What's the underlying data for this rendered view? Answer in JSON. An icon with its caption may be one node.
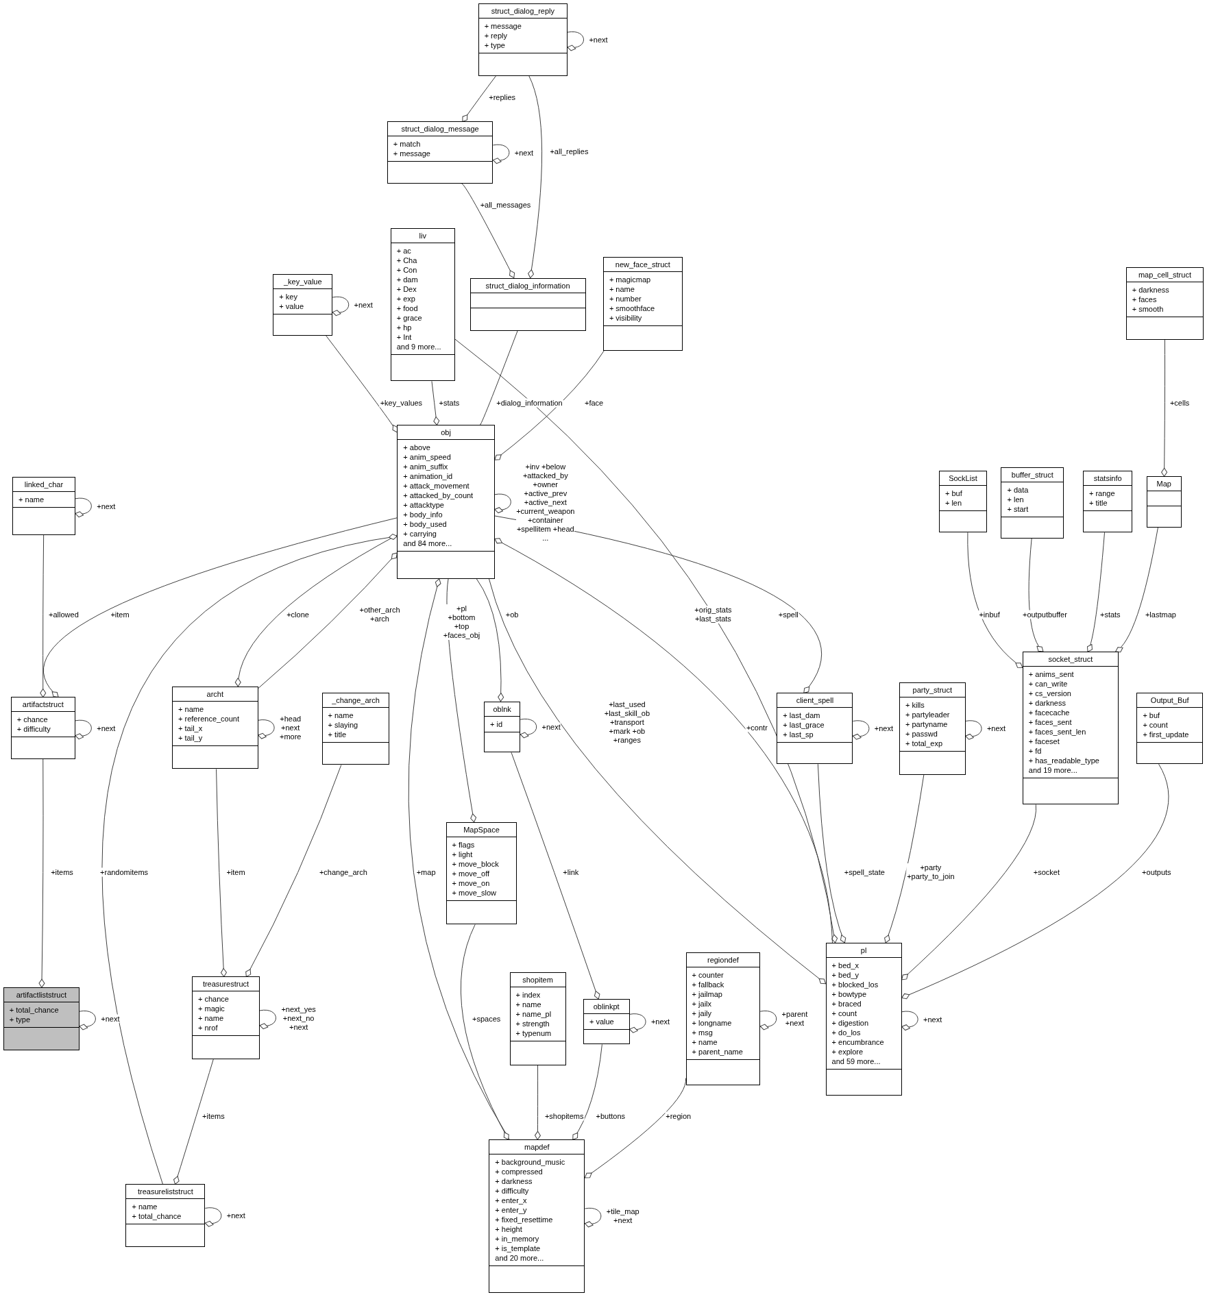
{
  "diagram": {
    "nodes": [
      {
        "text": [
          "struct_dialog_reply",
          "+ message",
          "+ reply",
          "+ type"
        ]
      },
      {
        "text": [
          "struct_dialog_message",
          "+ match",
          "+ message"
        ]
      },
      {
        "text": [
          "liv",
          "+ ac",
          "+ Cha",
          "+ Con",
          "+ dam",
          "+ Dex",
          "+ exp",
          "+ food",
          "+ grace",
          "+ hp",
          "+ Int",
          "and 9 more..."
        ]
      },
      {
        "text": [
          "struct_dialog_information"
        ]
      },
      {
        "text": [
          "new_face_struct",
          "+ magicmap",
          "+ name",
          "+ number",
          "+ smoothface",
          "+ visibility"
        ]
      },
      {
        "text": [
          "_key_value",
          "+ key",
          "+ value"
        ]
      },
      {
        "text": [
          "map_cell_struct",
          "+ darkness",
          "+ faces",
          "+ smooth"
        ]
      },
      {
        "text": [
          "obj",
          "+ above",
          "+ anim_speed",
          "+ anim_suffix",
          "+ animation_id",
          "+ attack_movement",
          "+ attacked_by_count",
          "+ attacktype",
          "+ body_info",
          "+ body_used",
          "+ carrying",
          "and 84 more..."
        ]
      },
      {
        "text": [
          "linked_char",
          "+ name"
        ]
      },
      {
        "text": [
          "SockList",
          "+ buf",
          "+ len"
        ]
      },
      {
        "text": [
          "buffer_struct",
          "+ data",
          "+ len",
          "+ start"
        ]
      },
      {
        "text": [
          "statsinfo",
          "+ range",
          "+ title"
        ]
      },
      {
        "text": [
          "Map"
        ]
      },
      {
        "text": [
          "artifactstruct",
          "+ chance",
          "+ difficulty"
        ]
      },
      {
        "text": [
          "archt",
          "+ name",
          "+ reference_count",
          "+ tail_x",
          "+ tail_y"
        ]
      },
      {
        "text": [
          "_change_arch",
          "+ name",
          "+ slaying",
          "+ title"
        ]
      },
      {
        "text": [
          "oblnk",
          "+ id"
        ]
      },
      {
        "text": [
          "client_spell",
          "+ last_dam",
          "+ last_grace",
          "+ last_sp"
        ]
      },
      {
        "text": [
          "party_struct",
          "+ kills",
          "+ partyleader",
          "+ partyname",
          "+ passwd",
          "+ total_exp"
        ]
      },
      {
        "text": [
          "socket_struct",
          "+ anims_sent",
          "+ can_write",
          "+ cs_version",
          "+ darkness",
          "+ facecache",
          "+ faces_sent",
          "+ faces_sent_len",
          "+ faceset",
          "+ fd",
          "+ has_readable_type",
          "and 19 more..."
        ]
      },
      {
        "text": [
          "Output_Buf",
          "+ buf",
          "+ count",
          "+ first_update"
        ]
      },
      {
        "text": [
          "MapSpace",
          "+ flags",
          "+ light",
          "+ move_block",
          "+ move_off",
          "+ move_on",
          "+ move_slow"
        ]
      },
      {
        "text": [
          "artifactliststruct",
          "+ total_chance",
          "+ type"
        ]
      },
      {
        "text": [
          "treasurestruct",
          "+ chance",
          "+ magic",
          "+ name",
          "+ nrof"
        ]
      },
      {
        "text": [
          "shopitem",
          "+ index",
          "+ name",
          "+ name_pl",
          "+ strength",
          "+ typenum"
        ]
      },
      {
        "text": [
          "oblinkpt",
          "+ value"
        ]
      },
      {
        "text": [
          "regiondef",
          "+ counter",
          "+ fallback",
          "+ jailmap",
          "+ jailx",
          "+ jaily",
          "+ longname",
          "+ msg",
          "+ name",
          "+ parent_name"
        ]
      },
      {
        "text": [
          "pl",
          "+ bed_x",
          "+ bed_y",
          "+ blocked_los",
          "+ bowtype",
          "+ braced",
          "+ count",
          "+ digestion",
          "+ do_los",
          "+ encumbrance",
          "+ explore",
          "and 59 more..."
        ]
      },
      {
        "text": [
          "treasureliststruct",
          "+ name",
          "+ total_chance"
        ]
      },
      {
        "text": [
          "mapdef",
          "+ background_music",
          "+ compressed",
          "+ darkness",
          "+ difficulty",
          "+ enter_x",
          "+ enter_y",
          "+ fixed_resettime",
          "+ height",
          "+ in_memory",
          "+ is_template",
          "and 20 more..."
        ]
      }
    ],
    "edges": [
      {
        "from": 0,
        "to": 0,
        "arrow": "other",
        "label": "+next"
      },
      {
        "from": 0,
        "to": 1,
        "arrow": "other",
        "label": "+replies"
      },
      {
        "from": 0,
        "to": 3,
        "arrow": "other",
        "label": "+all_replies"
      },
      {
        "from": 1,
        "to": 1,
        "arrow": "other",
        "label": "+next"
      },
      {
        "from": 1,
        "to": 3,
        "arrow": "other",
        "label": "+all_messages"
      },
      {
        "from": 5,
        "to": 5,
        "arrow": "other",
        "label": "+next"
      },
      {
        "from": 5,
        "to": 7,
        "arrow": "other",
        "label": "+key_values"
      },
      {
        "from": 2,
        "to": 7,
        "arrow": "other",
        "label": "+stats"
      },
      {
        "from": 3,
        "to": 7,
        "arrow": "other",
        "label": "+dialog_information"
      },
      {
        "from": 4,
        "to": 7,
        "arrow": "other",
        "label": "+face"
      },
      {
        "from": 7,
        "to": 7,
        "arrow": "other",
        "label": "+inv +below +attacked_by +owner +active_prev +active_next +current_weapon +container +spellitem +head ..."
      },
      {
        "from": 2,
        "to": 27,
        "arrow": "other",
        "label": "+orig_stats +last_stats"
      },
      {
        "from": 6,
        "to": 12,
        "arrow": "other",
        "label": "+cells"
      },
      {
        "from": 8,
        "to": 8,
        "arrow": "other",
        "label": "+next"
      },
      {
        "from": 8,
        "to": 13,
        "arrow": "other",
        "label": "+allowed"
      },
      {
        "from": 7,
        "to": 13,
        "arrow": "other",
        "label": "+item"
      },
      {
        "from": 7,
        "to": 14,
        "arrow": "other",
        "label": "+clone"
      },
      {
        "from": 14,
        "to": 7,
        "arrow": "other",
        "label": "+other_arch +arch"
      },
      {
        "from": 14,
        "to": 14,
        "arrow": "other",
        "label": "+head +next +more"
      },
      {
        "from": 7,
        "to": 21,
        "arrow": "other",
        "label": "+pl +bottom +top +faces_obj"
      },
      {
        "from": 7,
        "to": 16,
        "arrow": "other",
        "label": "+ob"
      },
      {
        "from": 7,
        "to": 27,
        "arrow": "other",
        "label": "+last_used +last_skill_ob +transport +mark +ob +ranges"
      },
      {
        "from": 27,
        "to": 7,
        "arrow": "other",
        "label": "+contr"
      },
      {
        "from": 7,
        "to": 17,
        "arrow": "other",
        "label": "+spell"
      },
      {
        "from": 17,
        "to": 17,
        "arrow": "other",
        "label": "+next"
      },
      {
        "from": 9,
        "to": 19,
        "arrow": "other",
        "label": "+inbuf"
      },
      {
        "from": 10,
        "to": 19,
        "arrow": "other",
        "label": "+outputbuffer"
      },
      {
        "from": 11,
        "to": 19,
        "arrow": "other",
        "label": "+stats"
      },
      {
        "from": 12,
        "to": 19,
        "arrow": "other",
        "label": "+lastmap"
      },
      {
        "from": 13,
        "to": 13,
        "arrow": "other",
        "label": "+next"
      },
      {
        "from": 13,
        "to": 22,
        "arrow": "other",
        "label": "+items"
      },
      {
        "from": 28,
        "to": 7,
        "arrow": "other",
        "label": "+randomitems"
      },
      {
        "from": 29,
        "to": 7,
        "arrow": "other",
        "label": "+map"
      },
      {
        "from": 14,
        "to": 23,
        "arrow": "other",
        "label": "+item"
      },
      {
        "from": 15,
        "to": 23,
        "arrow": "other",
        "label": "+change_arch"
      },
      {
        "from": 16,
        "to": 16,
        "arrow": "other",
        "label": "+next"
      },
      {
        "from": 16,
        "to": 25,
        "arrow": "other",
        "label": "+link"
      },
      {
        "from": 23,
        "to": 23,
        "arrow": "other",
        "label": "+next_yes +next_no +next"
      },
      {
        "from": 23,
        "to": 28,
        "arrow": "other",
        "label": "+items"
      },
      {
        "from": 28,
        "to": 28,
        "arrow": "other",
        "label": "+next"
      },
      {
        "from": 21,
        "to": 29,
        "arrow": "other",
        "label": "+spaces"
      },
      {
        "from": 24,
        "to": 29,
        "arrow": "other",
        "label": "+shopitems"
      },
      {
        "from": 25,
        "to": 29,
        "arrow": "other",
        "label": "+buttons"
      },
      {
        "from": 25,
        "to": 25,
        "arrow": "other",
        "label": "+next"
      },
      {
        "from": 26,
        "to": 29,
        "arrow": "other",
        "label": "+region"
      },
      {
        "from": 26,
        "to": 26,
        "arrow": "other",
        "label": "+parent +next"
      },
      {
        "from": 29,
        "to": 29,
        "arrow": "other",
        "label": "+tile_map +next"
      },
      {
        "from": 17,
        "to": 27,
        "arrow": "other",
        "label": "+spell_state"
      },
      {
        "from": 18,
        "to": 27,
        "arrow": "other",
        "label": "+party +party_to_join"
      },
      {
        "from": 18,
        "to": 18,
        "arrow": "other",
        "label": "+next"
      },
      {
        "from": 19,
        "to": 27,
        "arrow": "other",
        "label": "+socket"
      },
      {
        "from": 20,
        "to": 27,
        "arrow": "other",
        "label": "+outputs"
      },
      {
        "from": 27,
        "to": 27,
        "arrow": "other",
        "label": "+next"
      },
      {
        "from": 22,
        "to": 22,
        "arrow": "other",
        "label": "+next"
      }
    ]
  }
}
